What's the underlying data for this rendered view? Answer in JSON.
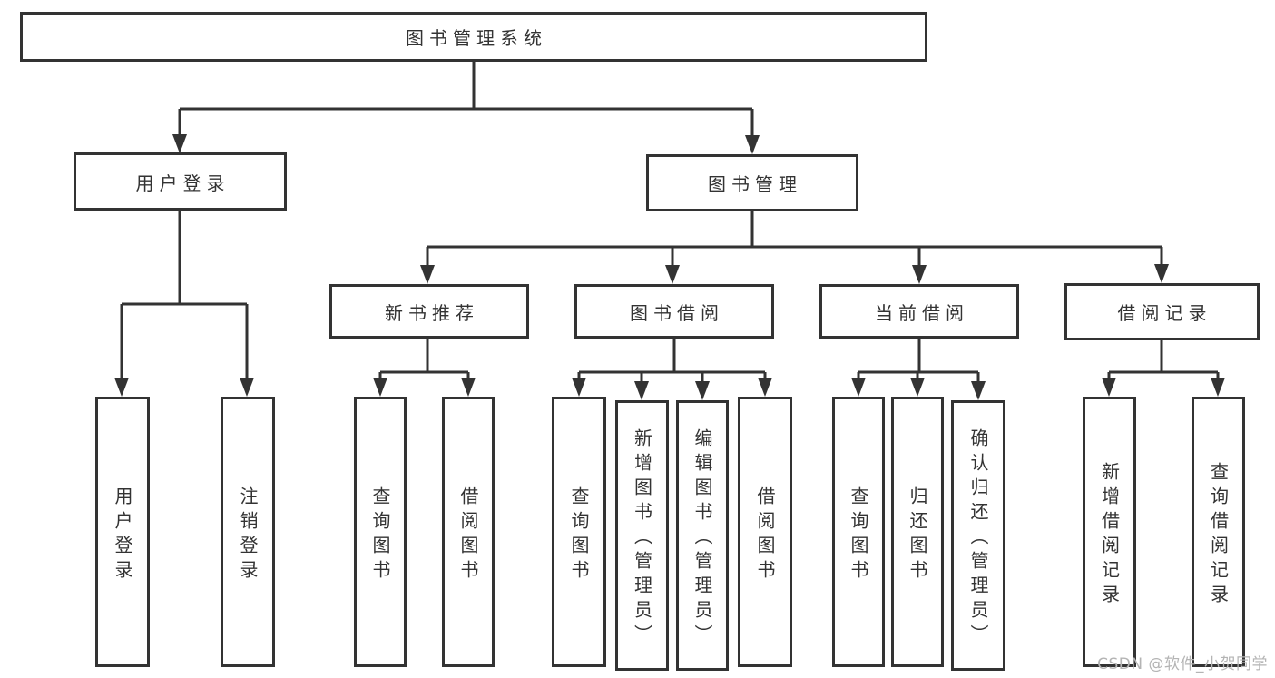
{
  "diagram": {
    "root": {
      "label": "图书管理系统"
    },
    "level2": [
      "用户登录",
      "图书管理"
    ],
    "level3": [
      "新书推荐",
      "图书借阅",
      "当前借阅",
      "借阅记录"
    ],
    "leaves": {
      "user_login": [
        "用户登录",
        "注销登录"
      ],
      "new_book_recommend": [
        "查询图书",
        "借阅图书"
      ],
      "book_borrowing": [
        "查询图书",
        "新增图书（管理员）",
        "编辑图书（管理员）",
        "借阅图书"
      ],
      "current_borrowing": [
        "查询图书",
        "归还图书",
        "确认归还（管理员）"
      ],
      "borrowing_records": [
        "新增借阅记录",
        "查询借阅记录"
      ]
    }
  },
  "watermark": {
    "text": "CSDN @软件_小贺同学"
  },
  "colors": {
    "line": "#333333",
    "text": "#333333",
    "box_background": "#ffffff",
    "watermark": "#b4b4b4",
    "background": "#ffffff"
  }
}
